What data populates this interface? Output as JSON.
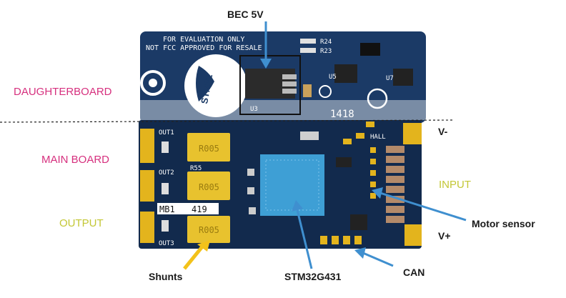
{
  "labels": {
    "bec": "BEC 5V",
    "daughterboard": "DAUGHTERBOARD",
    "main_board": "MAIN BOARD",
    "output": "OUTPUT",
    "v_minus": "V-",
    "input": "INPUT",
    "motor_sensor": "Motor sensor",
    "v_plus": "V+",
    "shunts": "Shunts",
    "mcu": "STM32G431",
    "can": "CAN"
  },
  "silkscreen": {
    "eval_line1": "FOR EVALUATION ONLY",
    "eval_line2": "NOT FCC APPROVED FOR RESALE",
    "r24": "R24",
    "r23": "R23",
    "stm32": "STM32",
    "u3": "U3",
    "u5": "U5",
    "u7": "U7",
    "code": "1418",
    "out1": "OUT1",
    "out2": "OUT2",
    "out3": "OUT3",
    "r55": "R55",
    "mb1": "MB1",
    "mb_num": "419",
    "hall": "HALL",
    "shunt_code": "R005"
  },
  "colors": {
    "pcb": "#1b3a66",
    "pcb_dark": "#122a4d",
    "gold": "#e3b41d",
    "shunt": "#e8c22e",
    "mcu": "#3e9fd5",
    "pink": "#d6307e",
    "olive": "#c3c735",
    "arrow_yellow": "#f3c21a",
    "arrow_blue": "#3f8fcf"
  }
}
